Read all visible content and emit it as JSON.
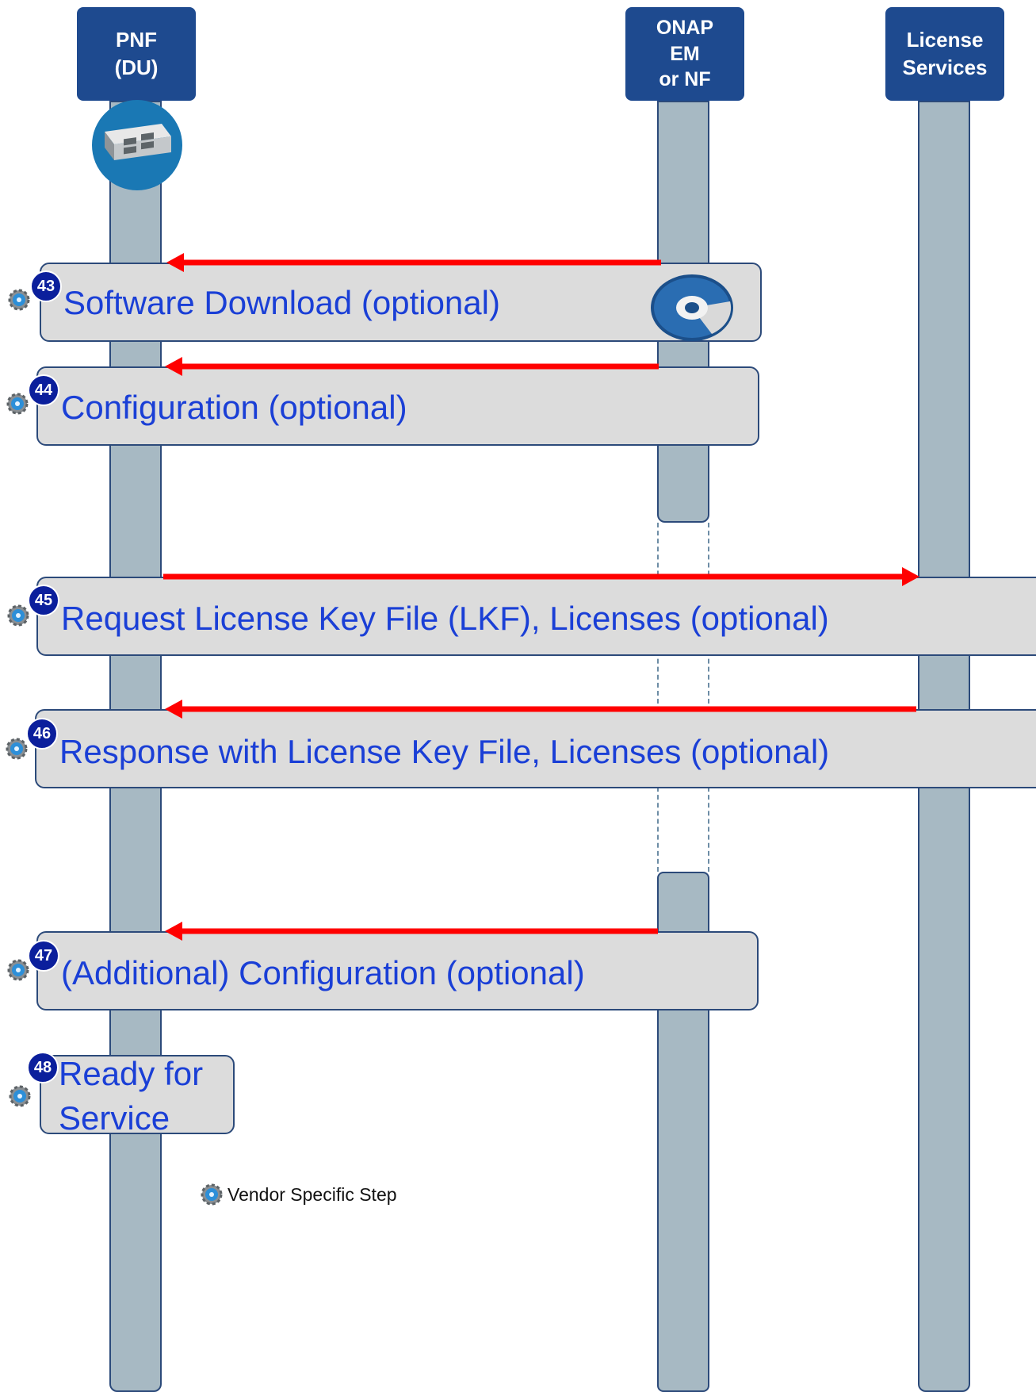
{
  "actors": {
    "pnf": {
      "line1": "PNF",
      "line2": "(DU)"
    },
    "onap": {
      "line1": "ONAP",
      "line2": "EM",
      "line3": "or NF"
    },
    "license": {
      "line1": "License",
      "line2": "Services"
    }
  },
  "steps": [
    {
      "number": "43",
      "label": "Software Download (optional)"
    },
    {
      "number": "44",
      "label": "Configuration (optional)"
    },
    {
      "number": "45",
      "label": "Request License Key File (LKF), Licenses (optional)"
    },
    {
      "number": "46",
      "label": "Response with License Key File, Licenses (optional)"
    },
    {
      "number": "47",
      "label": "(Additional) Configuration (optional)"
    },
    {
      "number": "48",
      "label_line1": "Ready for",
      "label_line2": "Service"
    }
  ],
  "legend": {
    "text": "Vendor Specific Step",
    "icon": "gear-icon"
  },
  "colors": {
    "actor": "#1e4a8f",
    "lifeline": "#a7b9c3",
    "arrow": "#ff0000",
    "step_text": "#1a3fd6",
    "badge": "#0b1f9c",
    "step_box": "#dcdcdc"
  }
}
